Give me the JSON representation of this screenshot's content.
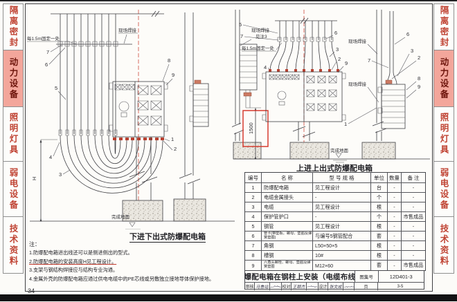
{
  "sidebar": {
    "tabs": [
      {
        "label": "隔离密封",
        "active": false
      },
      {
        "label": "动力设备",
        "active": true
      },
      {
        "label": "照明灯具",
        "active": false
      },
      {
        "label": "弱电设备",
        "active": false
      },
      {
        "label": "技术资料",
        "active": false
      }
    ]
  },
  "colors": {
    "tab_text": "#c04434",
    "tab_active_bg": "#f3a69b",
    "highlight_red": "#d63b2f"
  },
  "page_corner_number": "34",
  "callout_numbers": {
    "n1": "1",
    "n2": "2",
    "n3": "3",
    "n4": "4",
    "n5": "5",
    "n6": "6",
    "n7": "7",
    "n8": "8",
    "n9": "9"
  },
  "drawing_labels": {
    "fix_interval": "每1.5m固定一处",
    "site_weld": "现场焊接",
    "see_note3": "见注3",
    "finished_floor": "完成地面",
    "height_dim": "H",
    "dim_1500": "1500"
  },
  "diagram_left": {
    "caption": "下进下出式防爆配电箱"
  },
  "diagram_right": {
    "caption": "上进上出式防爆配电箱"
  },
  "notes": {
    "title": "注：",
    "items": [
      "1.防爆配电箱进出线还可以是侧进侧出的型式。",
      "2.防爆配电箱的安装高度H见工程设计。",
      "3.支架与钢结构焊接应与结构专业沟通。",
      "4.金属外壳的防爆配电箱应通过供电电缆中的PE芯线或另敷独立接地导体保护接地。"
    ]
  },
  "bom_table": {
    "headers": [
      "编号",
      "名  称",
      "型 号 规 格",
      "单位",
      "数量",
      "备 注"
    ],
    "rows": [
      [
        "1",
        "防爆配电箱",
        "见工程设计",
        "台",
        "-",
        "-"
      ],
      [
        "2",
        "电缆金属接头",
        "-",
        "个",
        "-",
        "-"
      ],
      [
        "3",
        "电缆",
        "见工程设计",
        "根",
        "-",
        "-"
      ],
      [
        "4",
        "保护管护口",
        "-",
        "个",
        "-",
        "市售成品"
      ],
      [
        "5",
        "钢管",
        "见工程设计",
        "根",
        "-",
        "-"
      ],
      [
        "6",
        "管卡(带垫板、螺母、垫圈及弹簧垫圈)",
        "与编号5钢管配合",
        "套",
        "-",
        "-"
      ],
      [
        "7",
        "角钢",
        "L50×50×5",
        "根",
        "-",
        "-"
      ],
      [
        "8",
        "槽钢",
        "10#",
        "根",
        "-",
        "-"
      ],
      [
        "9",
        "六角头螺栓、螺母、垫圈及弹簧垫圈",
        "M12×60",
        "套",
        "-",
        "市售成品"
      ]
    ]
  },
  "title_block": {
    "title": "防爆配电箱在钢柱上安装（电缆布线）",
    "atlas_label": "图集号",
    "atlas_no": "12D401-3",
    "page_label": "页",
    "page_no": "3-5",
    "reviewer_label": "审核",
    "reviewer_name": "马鲁站",
    "checker_label": "校对",
    "checker_name": "王颖杰",
    "designer_label": "设计",
    "designer_name": "张文成"
  }
}
